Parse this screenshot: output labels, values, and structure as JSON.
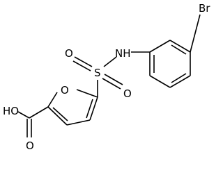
{
  "atoms": {
    "bromine": "Br",
    "amine": "NH",
    "sulfur": "S",
    "sulfonyl_oxygen_left": "O",
    "sulfonyl_oxygen_bottom": "O",
    "furan_oxygen": "O",
    "hydroxyl": "HO",
    "carbonyl_oxygen": "O"
  },
  "colors": {
    "bond": "#000000",
    "label": "#000000",
    "background": "#ffffff"
  }
}
